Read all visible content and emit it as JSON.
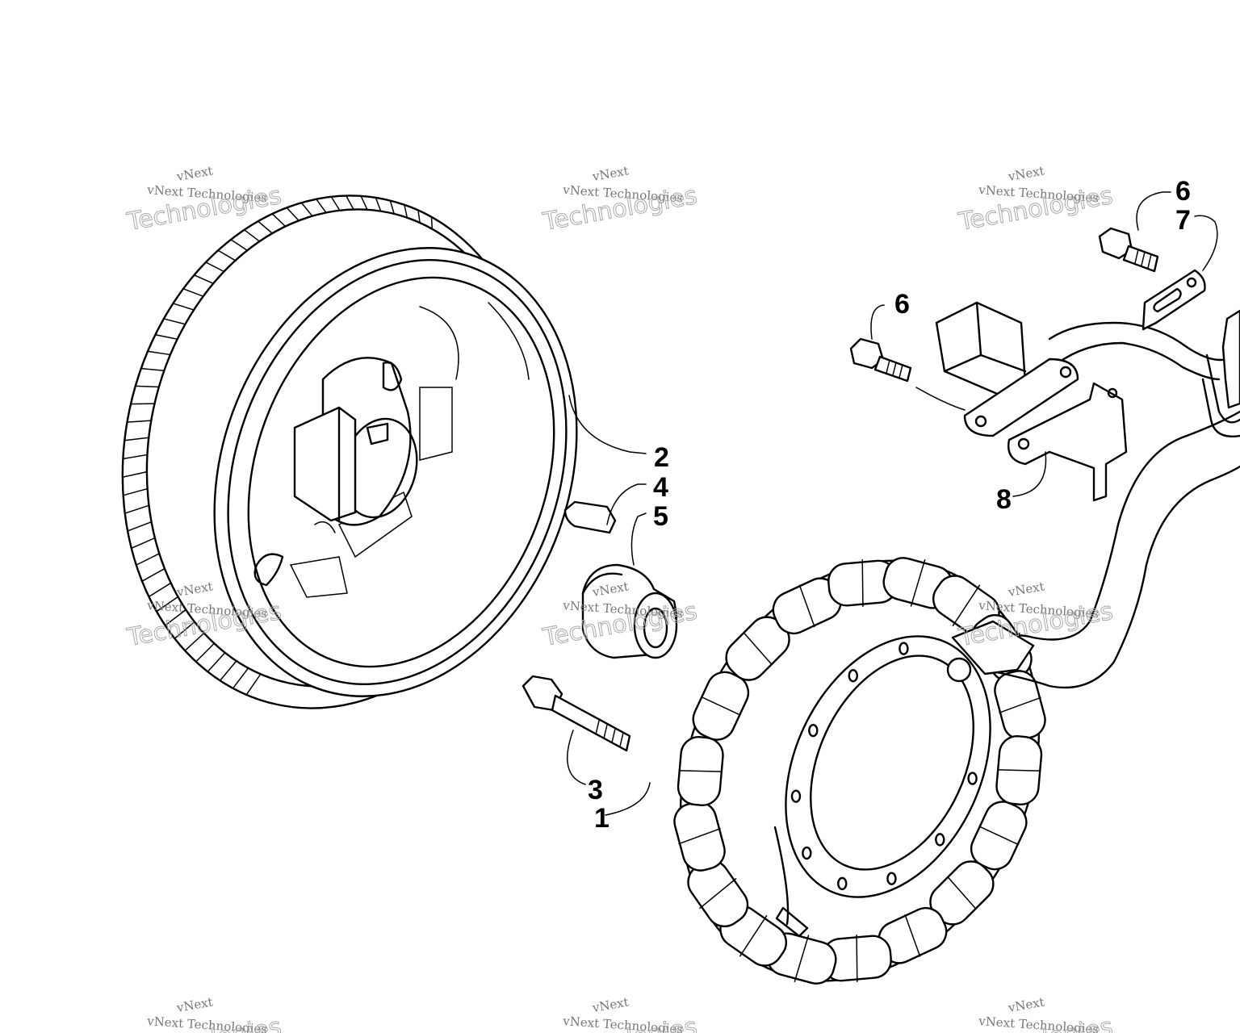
{
  "callouts": [
    {
      "id": "1",
      "label": "1",
      "part": "stator"
    },
    {
      "id": "2",
      "label": "2",
      "part": "flywheel"
    },
    {
      "id": "3",
      "label": "3",
      "part": "bolt"
    },
    {
      "id": "4",
      "label": "4",
      "part": "key"
    },
    {
      "id": "5",
      "label": "5",
      "part": "spacer"
    },
    {
      "id": "6a",
      "label": "6",
      "part": "cap-screw"
    },
    {
      "id": "6b",
      "label": "6",
      "part": "cap-screw"
    },
    {
      "id": "7",
      "label": "7",
      "part": "clamp"
    },
    {
      "id": "8",
      "label": "8",
      "part": "bracket"
    }
  ],
  "watermark": {
    "line1": "vNext",
    "line2": "vNext Technologies",
    "line3": "Technologies"
  },
  "colors": {
    "ink": "#000000",
    "background": "#ffffff",
    "watermark": "#999999"
  }
}
